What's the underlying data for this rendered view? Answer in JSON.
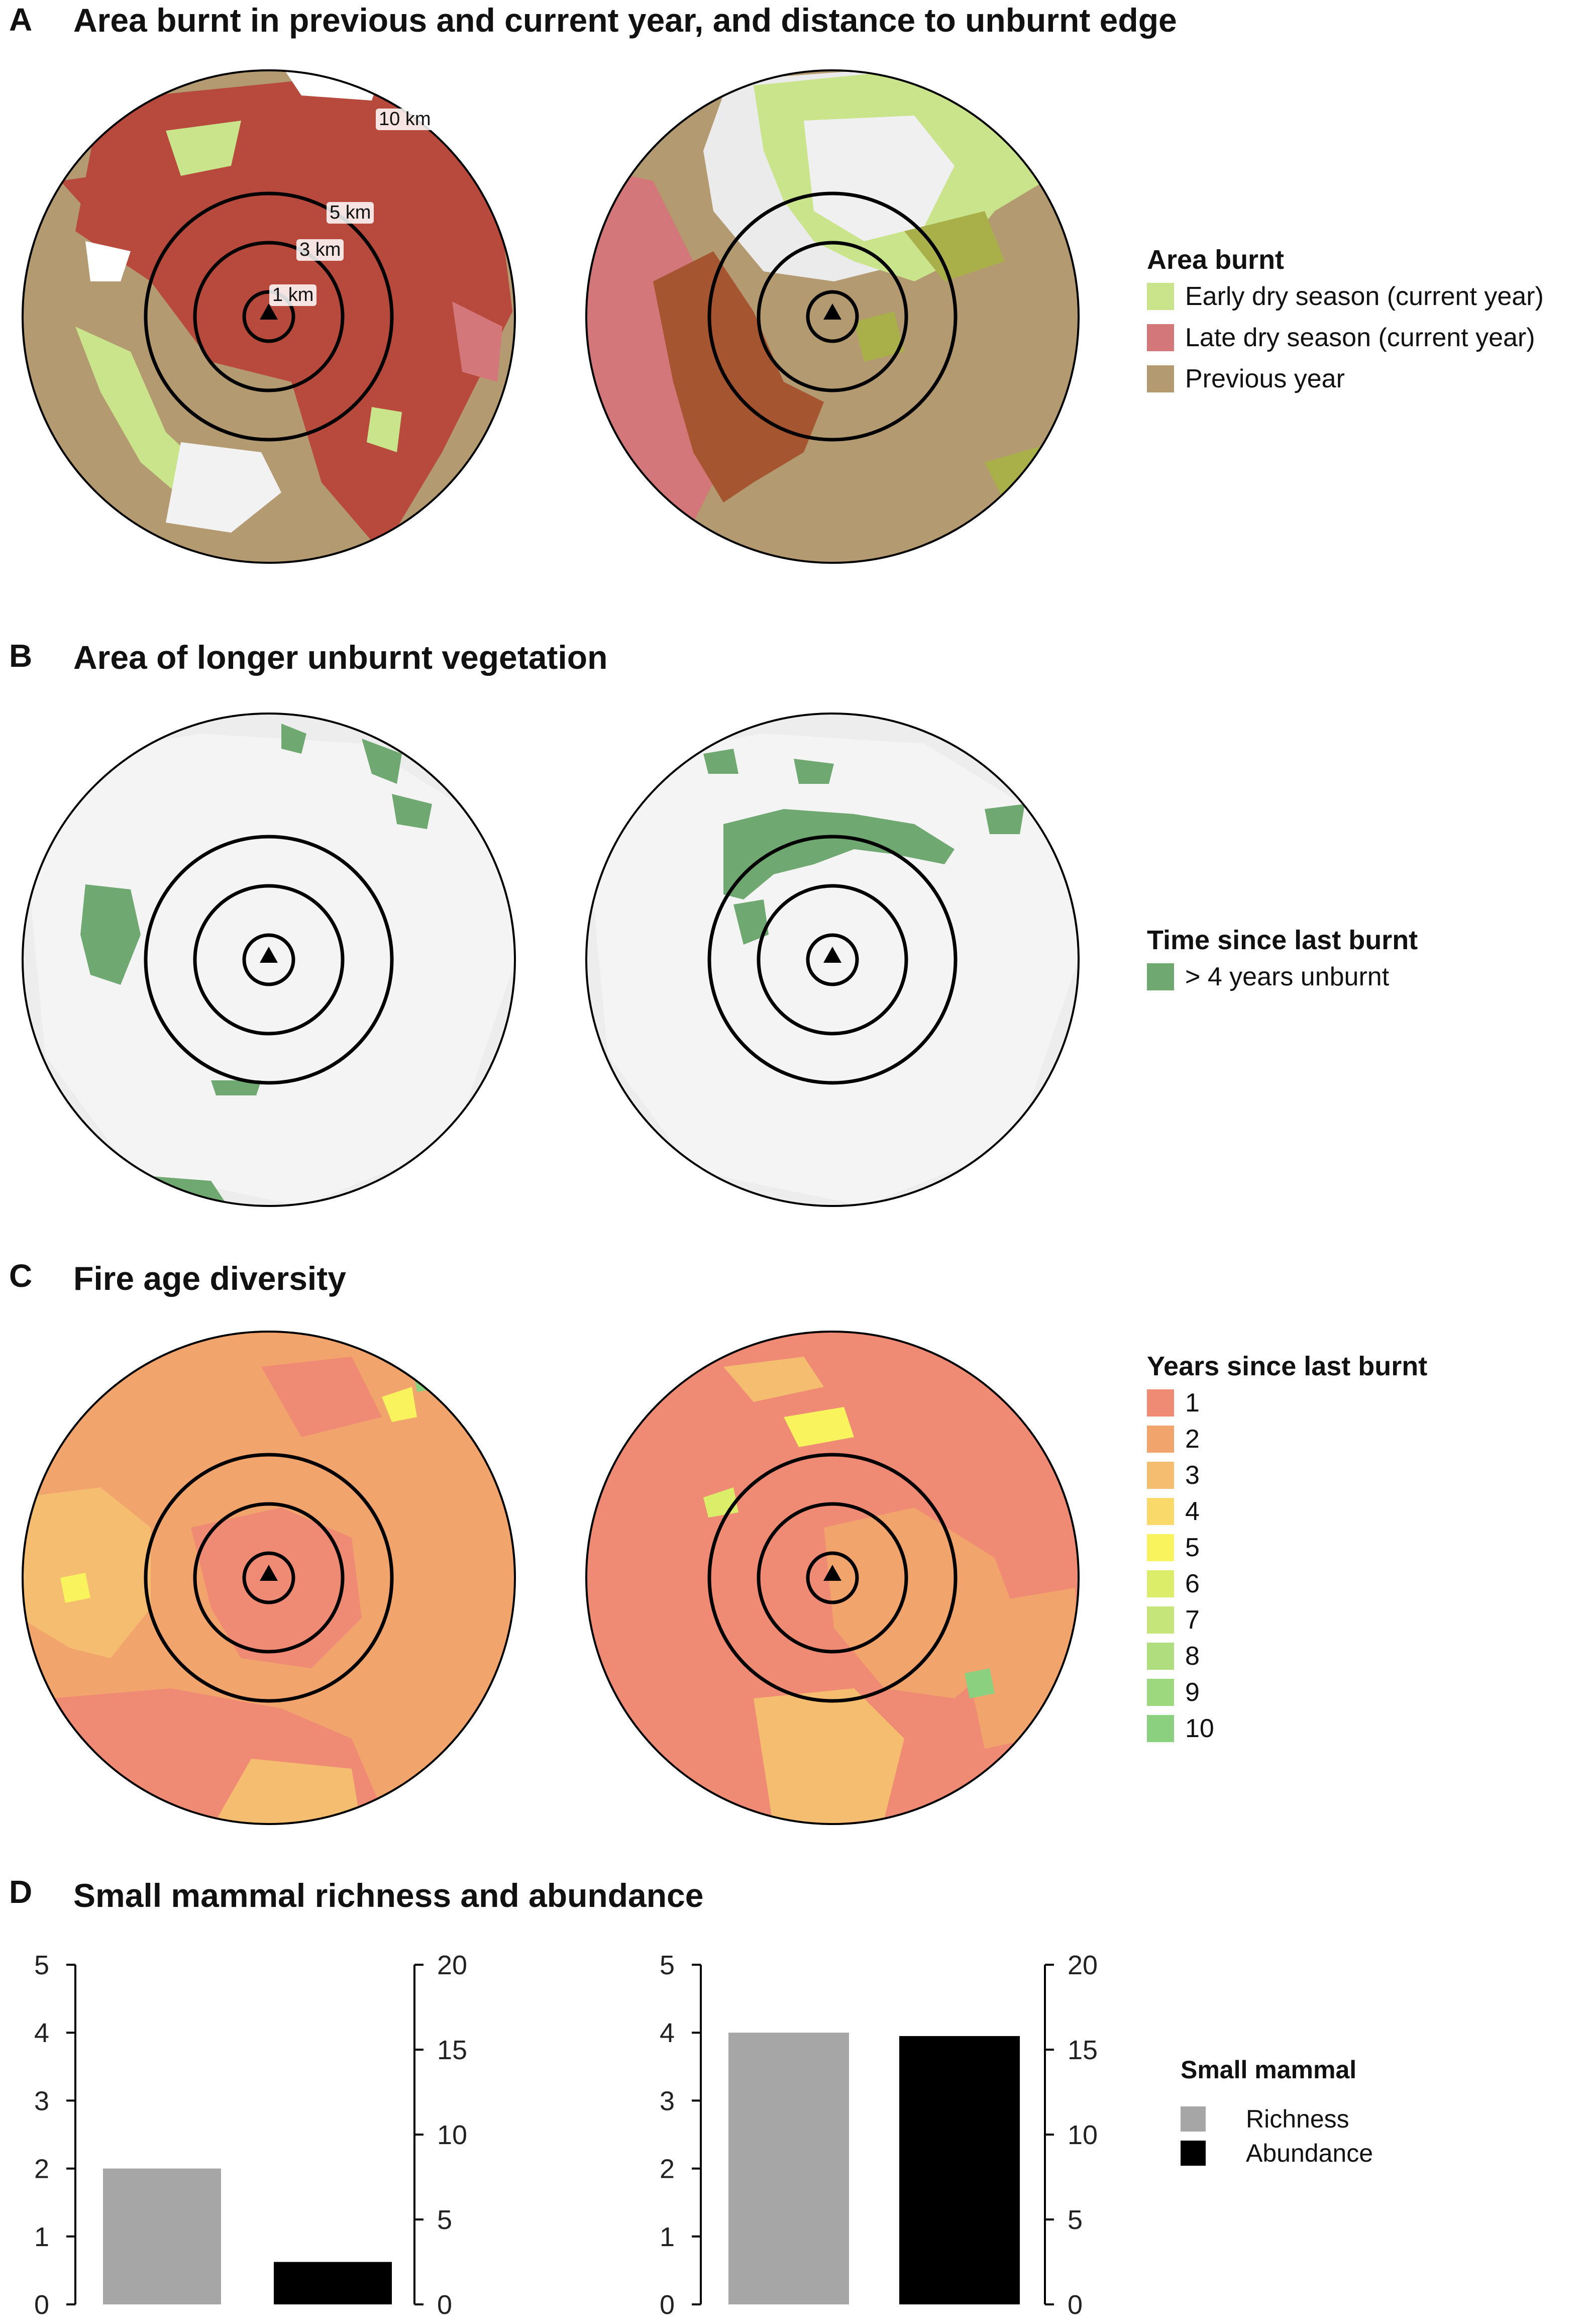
{
  "panels": {
    "a": {
      "letter": "A",
      "title": "Area burnt in previous and current year, and distance to unburnt edge"
    },
    "b": {
      "letter": "B",
      "title": "Area of longer unburnt vegetation"
    },
    "c": {
      "letter": "C",
      "title": "Fire age diversity"
    },
    "d": {
      "letter": "D",
      "title": "Small mammal richness and abundance"
    }
  },
  "ring_labels": [
    "10 km",
    "5 km",
    "3 km",
    "1 km"
  ],
  "legend_a": {
    "title": "Area burnt",
    "items": [
      {
        "label": "Early dry season (current year)",
        "color": "#c9e48a"
      },
      {
        "label": "Late dry season (current year)",
        "color": "#d4777a"
      },
      {
        "label": "Previous year",
        "color": "#b49a70"
      }
    ]
  },
  "legend_b": {
    "title": "Time since last burnt",
    "items": [
      {
        "label": "> 4 years unburnt",
        "color": "#6fa870"
      }
    ]
  },
  "legend_c": {
    "title": "Years since last burnt",
    "items": [
      {
        "label": "1",
        "color": "#ef8a74"
      },
      {
        "label": "2",
        "color": "#f2a46d"
      },
      {
        "label": "3",
        "color": "#f5bd6f"
      },
      {
        "label": "4",
        "color": "#f8d96a"
      },
      {
        "label": "5",
        "color": "#f9f35d"
      },
      {
        "label": "6",
        "color": "#dbed69"
      },
      {
        "label": "7",
        "color": "#c5e57a"
      },
      {
        "label": "8",
        "color": "#b0dd7e"
      },
      {
        "label": "9",
        "color": "#9ed87e"
      },
      {
        "label": "10",
        "color": "#8ad07e"
      }
    ]
  },
  "legend_d": {
    "title": "Small mammal",
    "items": [
      {
        "label": "Richness",
        "color": "#a6a6a6"
      },
      {
        "label": "Abundance",
        "color": "#000000"
      }
    ]
  },
  "chart_data": [
    {
      "type": "bar",
      "categories": [
        "Richness",
        "Abundance"
      ],
      "series": [
        {
          "name": "Richness",
          "axis": "left",
          "values": [
            2
          ]
        },
        {
          "name": "Abundance",
          "axis": "right",
          "values": [
            2.5
          ]
        }
      ],
      "left_ylim": [
        0,
        5
      ],
      "left_ticks": [
        "0",
        "1",
        "2",
        "3",
        "4",
        "5"
      ],
      "right_ylim": [
        0,
        20
      ],
      "right_ticks": [
        "0",
        "5",
        "10",
        "15",
        "20"
      ]
    },
    {
      "type": "bar",
      "categories": [
        "Richness",
        "Abundance"
      ],
      "series": [
        {
          "name": "Richness",
          "axis": "left",
          "values": [
            4
          ]
        },
        {
          "name": "Abundance",
          "axis": "right",
          "values": [
            15.8
          ]
        }
      ],
      "left_ylim": [
        0,
        5
      ],
      "left_ticks": [
        "0",
        "1",
        "2",
        "3",
        "4",
        "5"
      ],
      "right_ylim": [
        0,
        20
      ],
      "right_ticks": [
        "0",
        "5",
        "10",
        "15",
        "20"
      ]
    }
  ]
}
